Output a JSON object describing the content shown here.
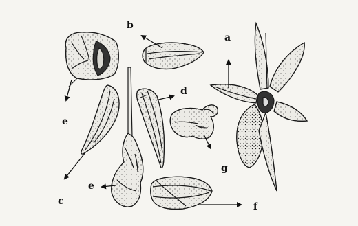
{
  "labels": {
    "a": "a",
    "b": "b",
    "c": "c",
    "d": "d",
    "e_top": "e",
    "e_bottom": "e",
    "f": "f",
    "g": "g"
  },
  "colors": {
    "ink": "#1a1a1a",
    "paper": "#f6f5f1",
    "shade": "#6b6b6b"
  }
}
